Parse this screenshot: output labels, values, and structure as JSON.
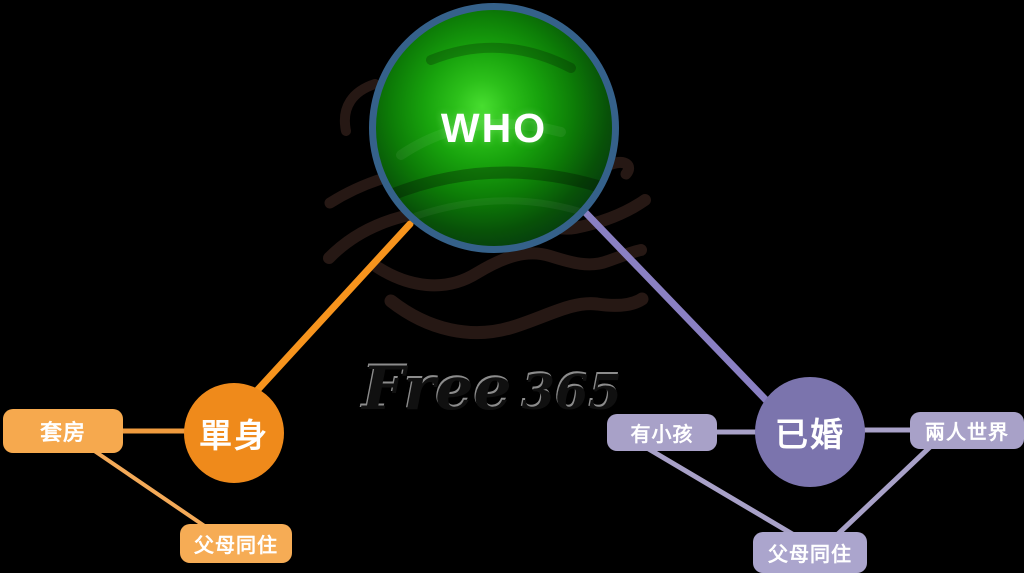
{
  "diagram": {
    "center": {
      "label": "WHO"
    },
    "wordmark": {
      "word": "Free",
      "number": "365"
    },
    "branches": [
      {
        "id": "single",
        "label": "單身",
        "color": "#EF8A1B",
        "children": [
          {
            "label": "套房"
          },
          {
            "label": "父母同住"
          }
        ]
      },
      {
        "id": "married",
        "label": "已婚",
        "color": "#7B74AD",
        "children": [
          {
            "label": "有小孩"
          },
          {
            "label": "兩人世界"
          },
          {
            "label": "父母同住"
          }
        ]
      }
    ],
    "colors": {
      "background": "#000000",
      "sphere_border": "#35618A",
      "sphere_green": "#2CC01A",
      "orange_node": "#EF8A1B",
      "orange_leaf": "#F6A94E",
      "orange_branch_line": "#F7941D",
      "purple_node": "#7B74AD",
      "purple_leaf": "#A8A1C8",
      "purple_branch_line": "#8A80C3",
      "wave_stroke": "#261814",
      "text": "#FFFFFF"
    }
  }
}
